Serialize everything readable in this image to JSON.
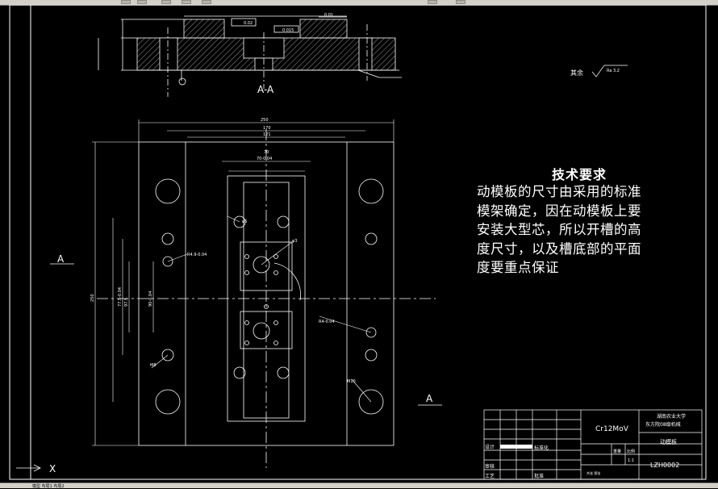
{
  "toolbar": {
    "buttons": [
      "new",
      "open",
      "save",
      "print",
      "pan",
      "zoom",
      "help"
    ]
  },
  "drawing": {
    "section_label": "A-A",
    "section_marker": "A",
    "surface_note_label": "其余",
    "surface_note_value": "Ra 3.2",
    "dims": {
      "overall_width": "250",
      "inner_width": "170",
      "pitch": "121",
      "center_dim": "70",
      "center_tol": "70-0.04",
      "overall_height": "250",
      "vert_a": "77.5-0.04",
      "vert_b": "97.5",
      "vert_c": "90-0.04",
      "radius_a": "R4.9-0.04",
      "radius_b": "R4-0.04",
      "top_tol": "0.02",
      "flatness": "0.015",
      "section_tol": "0.01",
      "note_a": "φ5",
      "note_b": "M8",
      "note_c": "φ3",
      "note_d": "M10"
    },
    "ucs_x_label": "X"
  },
  "tech_requirements": {
    "title": "技术要求",
    "lines": [
      "动模板的尺寸由采用的标准",
      "模架确定，因在动模板上要",
      "安装大型芯，所以开槽的高",
      "度尺寸，以及槽底部的平面",
      "度要重点保证"
    ]
  },
  "title_block": {
    "material": "Cr12MoV",
    "university_line1": "湖南农业大学",
    "university_line2": "东方院08级机械",
    "part_name": "动模板",
    "drawing_no": "LZH0002",
    "scale_label": "比例",
    "scale": "1:1",
    "weight_label": "重量",
    "design_label": "设计",
    "standard_label": "标准化",
    "review_label": "审核",
    "process_label": "工艺",
    "approve_label": "批准",
    "sheet_label": "共张 第张"
  },
  "statusbar": {
    "text": "模型 布局1 布局2"
  }
}
